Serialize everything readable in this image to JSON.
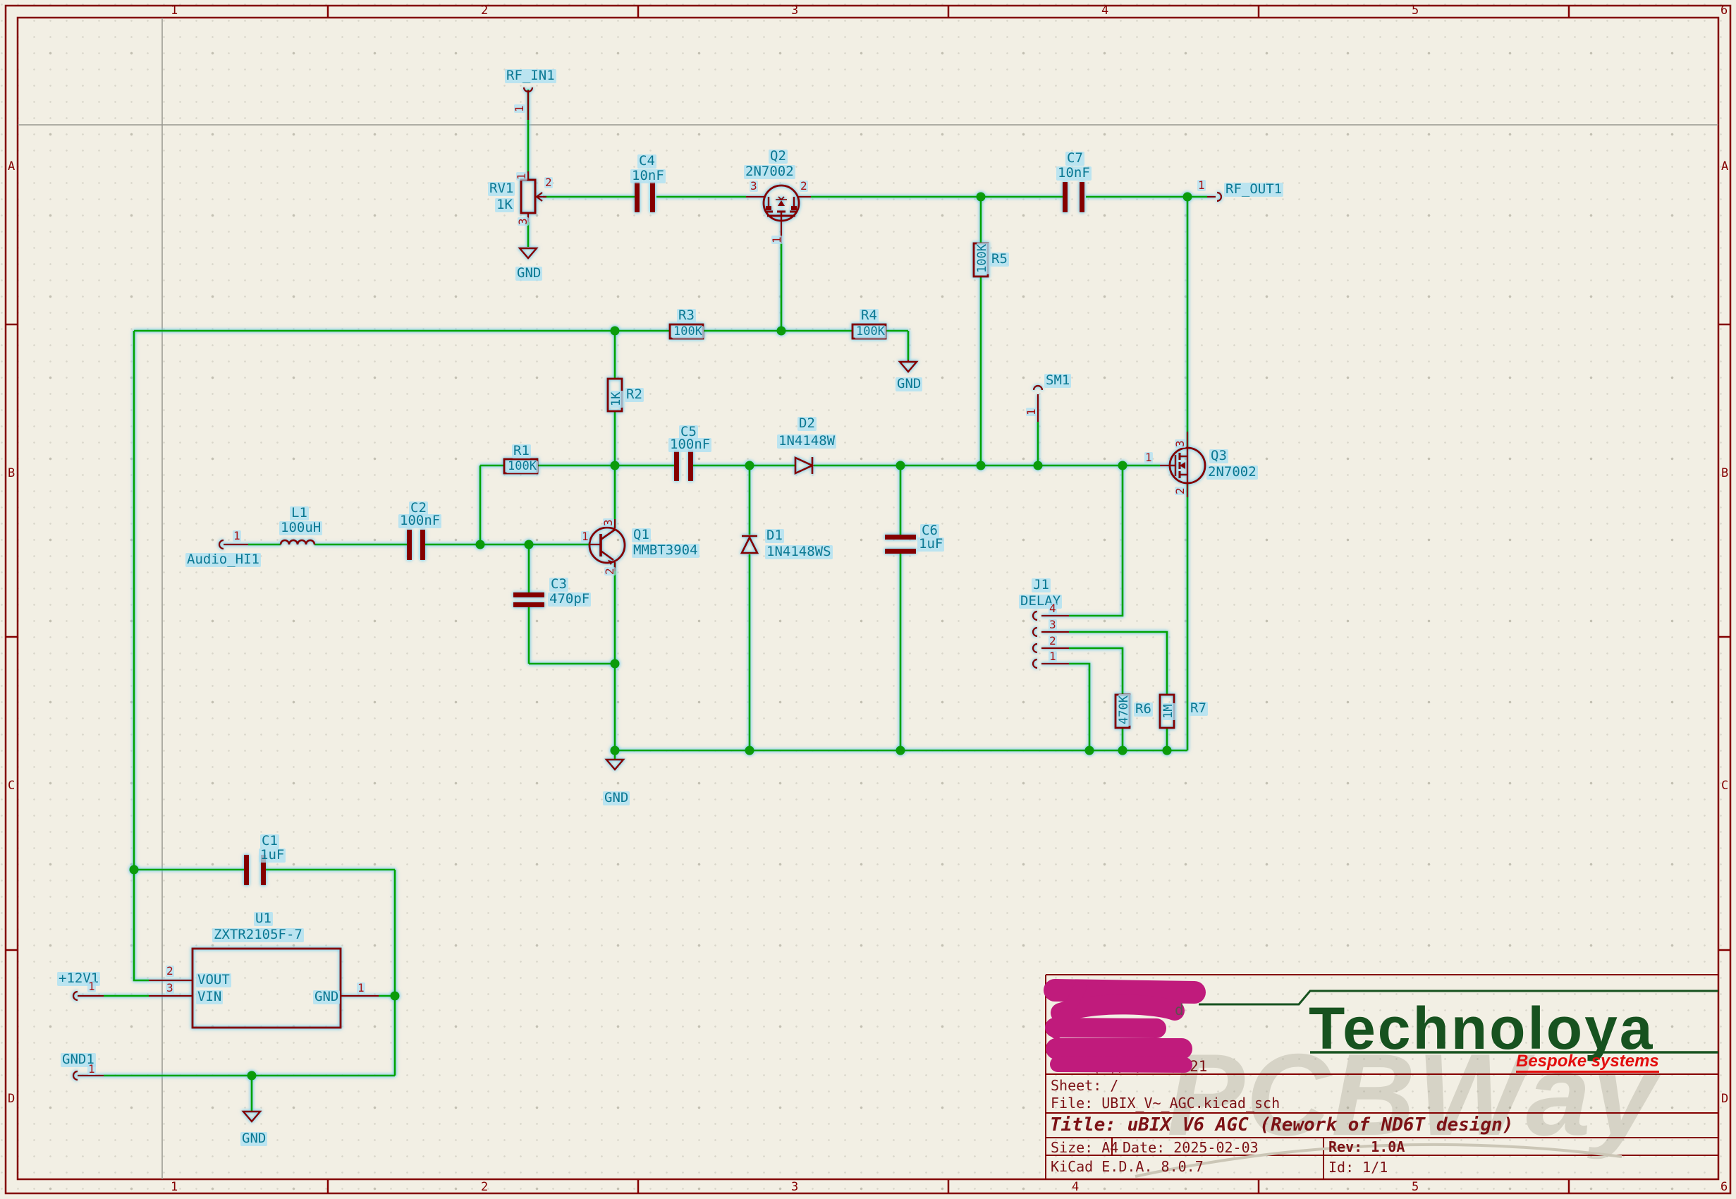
{
  "frame": {
    "columns": [
      "1",
      "2",
      "3",
      "4",
      "5",
      "6"
    ],
    "rows": [
      "A",
      "B",
      "C",
      "D"
    ]
  },
  "power": {
    "gnd": "GND"
  },
  "hier_labels": {
    "rf_in": {
      "name": "RF_IN1",
      "pin": "1"
    },
    "rf_out": {
      "name": "RF_OUT1",
      "pin": "1"
    },
    "audio": {
      "name": "Audio_HI1",
      "pin": "1"
    },
    "sm": {
      "name": "SM1",
      "pin": "1"
    },
    "v12": {
      "name": "+12V1",
      "pin": "1"
    },
    "gnd1": {
      "name": "GND1",
      "pin": "1"
    }
  },
  "components": {
    "rv1": {
      "ref": "RV1",
      "value": "1K",
      "pins": [
        "1",
        "2",
        "3"
      ]
    },
    "c4": {
      "ref": "C4",
      "value": "10nF"
    },
    "q2": {
      "ref": "Q2",
      "value": "2N7002",
      "pins": [
        "1",
        "2",
        "3"
      ]
    },
    "c7": {
      "ref": "C7",
      "value": "10nF"
    },
    "r5": {
      "ref": "R5",
      "value": "100K"
    },
    "r3": {
      "ref": "R3",
      "value": "100K"
    },
    "r4": {
      "ref": "R4",
      "value": "100K"
    },
    "r1": {
      "ref": "R1",
      "value": "100K"
    },
    "r2": {
      "ref": "R2",
      "value": "1K"
    },
    "c5": {
      "ref": "C5",
      "value": "100nF"
    },
    "d2": {
      "ref": "D2",
      "value": "1N4148W"
    },
    "d1": {
      "ref": "D1",
      "value": "1N4148WS"
    },
    "c6": {
      "ref": "C6",
      "value": "1uF"
    },
    "l1": {
      "ref": "L1",
      "value": "100uH"
    },
    "c2": {
      "ref": "C2",
      "value": "100nF"
    },
    "q1": {
      "ref": "Q1",
      "value": "MMBT3904",
      "pins": [
        "1",
        "2",
        "3"
      ]
    },
    "c3": {
      "ref": "C3",
      "value": "470pF"
    },
    "j1": {
      "ref": "J1",
      "value": "DELAY",
      "pins": [
        "1",
        "2",
        "3",
        "4"
      ]
    },
    "r6": {
      "ref": "R6",
      "value": "470K"
    },
    "r7": {
      "ref": "R7",
      "value": "1M"
    },
    "c1": {
      "ref": "C1",
      "value": "1uF"
    },
    "u1": {
      "ref": "U1",
      "value": "ZXTR2105F-7",
      "pins": {
        "vout": {
          "num": "2",
          "name": "VOUT"
        },
        "vin": {
          "num": "3",
          "name": "VIN"
        },
        "gnd": {
          "num": "1",
          "name": "GND"
        }
      }
    },
    "q3": {
      "ref": "Q3",
      "value": "2N7002",
      "pins": [
        "1",
        "2",
        "3"
      ]
    }
  },
  "title_block": {
    "sheet": "Sheet: /",
    "file": "File: UBIX_V~_AGC.kicad_sch",
    "title": "Title: uBIX V6 AGC (Rework of ND6T design)",
    "size": "Size: A4",
    "date": "Date: 2025-02-03",
    "rev": "Rev: 1.0A",
    "kicad": "KiCad E.D.A. 8.0.7",
    "id": "Id: 1/1",
    "brand": "Technoloya",
    "tagline": "Bespoke systems",
    "watermark": "PCBWay",
    "redacted_fragment": "(0)/9/100/021",
    "redacted_d": "d"
  }
}
